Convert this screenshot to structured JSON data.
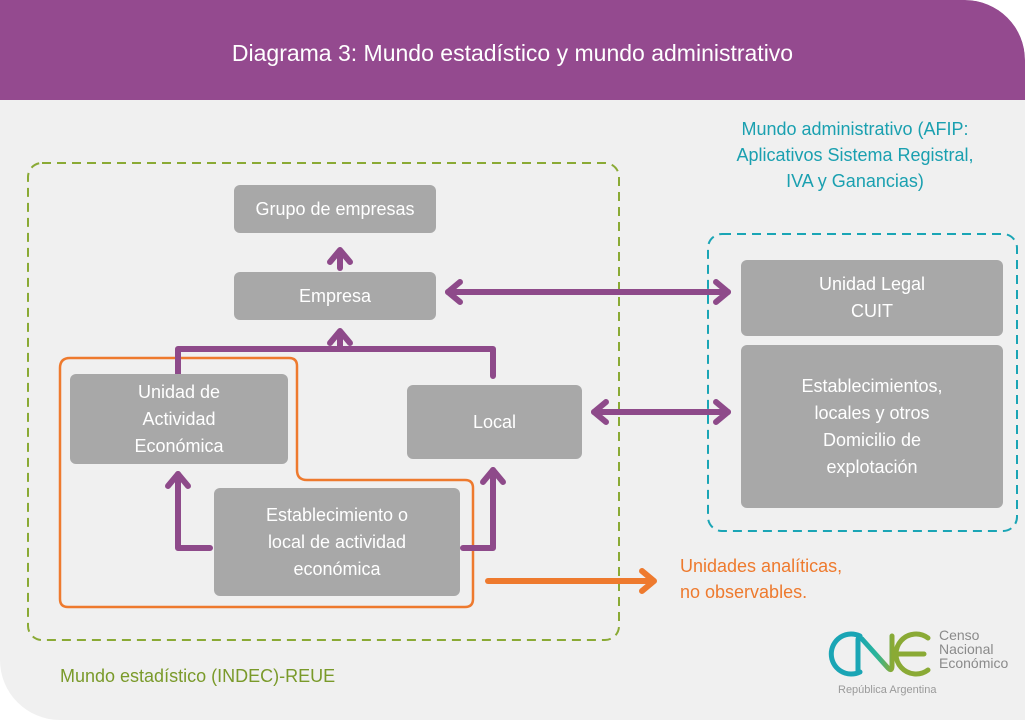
{
  "header": {
    "title": "Diagrama 3: Mundo estadístico y mundo administrativo"
  },
  "colors": {
    "header": "#944a8f",
    "arrow_purple": "#8e4a8a",
    "stat_border": "#8aaa35",
    "admin_border": "#1aa5b5",
    "analytic_orange": "#ee7a2e",
    "box_gray": "#a8a8a8"
  },
  "statistical_world": {
    "label": "Mundo estadístico (INDEC)-REUE",
    "boxes": {
      "grupo": "Grupo de empresas",
      "empresa": "Empresa",
      "unidad_actividad": "Unidad de\nActividad\nEconómica",
      "local": "Local",
      "establecimiento": "Establecimiento o\nlocal de actividad\neconómica"
    }
  },
  "administrative_world": {
    "label": "Mundo administrativo (AFIP:\nAplicativos Sistema Registral,\nIVA y Ganancias)",
    "boxes": {
      "unidad_legal": "Unidad Legal\nCUIT",
      "establecimientos": "Establecimientos,\nlocales y otros\nDomicilio de\nexplotación"
    }
  },
  "analytic_units": {
    "label": "Unidades analíticas,\nno observables."
  },
  "logo": {
    "mark": "CNE",
    "text": "Censo\nNacional\nEconómico",
    "subtitle": "República Argentina"
  }
}
